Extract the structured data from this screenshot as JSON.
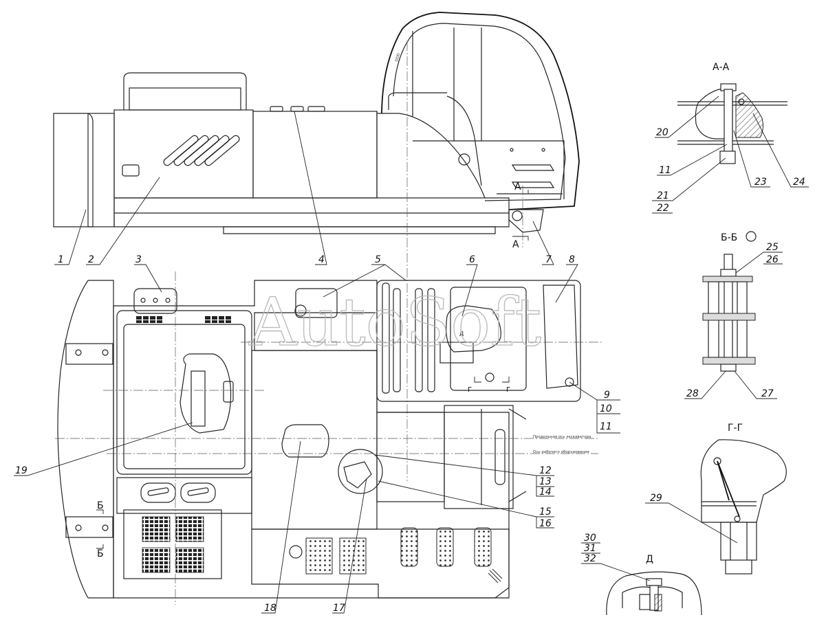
{
  "watermark": "AutoSoft",
  "sections": {
    "aa": "А-А",
    "bb": "Б-Б",
    "gg": "Г-Г",
    "d": "Д"
  },
  "markers": {
    "a_top": "А",
    "a_bottom": "А",
    "b_top": "Б",
    "b_bottom": "Б",
    "g_left": "Г",
    "g_right": "Г",
    "d_mark": "Д"
  },
  "annotations": {
    "long_axis": "Продольная ось экскаватора",
    "work_axis": "Ось рабочего оборудования"
  },
  "callouts": {
    "c1": "1",
    "c2": "2",
    "c3": "3",
    "c4": "4",
    "c5": "5",
    "c6": "6",
    "c7": "7",
    "c8": "8",
    "c9": "9",
    "c10": "10",
    "c11": "11",
    "c12": "12",
    "c13": "13",
    "c14": "14",
    "c15": "15",
    "c16": "16",
    "c17": "17",
    "c18": "18",
    "c19": "19",
    "c20": "20",
    "c11b": "11",
    "c21": "21",
    "c22": "22",
    "c23": "23",
    "c24": "24",
    "c25": "25",
    "c26": "26",
    "c27": "27",
    "c28": "28",
    "c29": "29",
    "c30": "30",
    "c31": "31",
    "c32": "32"
  }
}
